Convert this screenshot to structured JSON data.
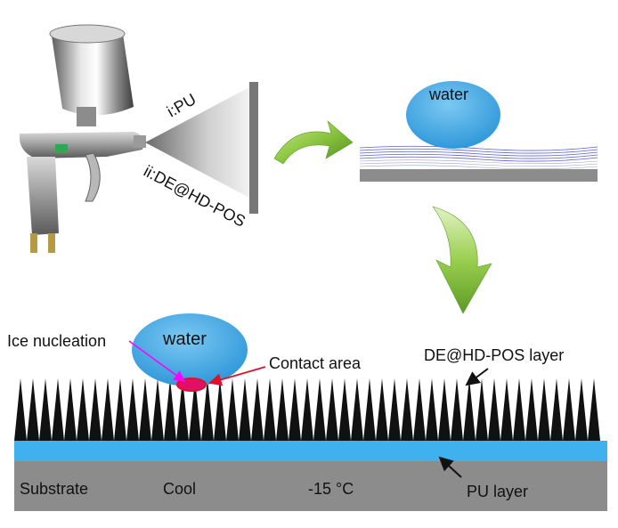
{
  "labels": {
    "coat_1": "i:PU",
    "coat_2": "ii:DE@HD-POS",
    "water_top": "water",
    "water_bottom": "water",
    "ice_nucleation": "Ice nucleation",
    "contact_area": "Contact area",
    "de_layer": "DE@HD-POS layer",
    "pu_layer": "PU layer",
    "substrate": "Substrate",
    "cool": "Cool",
    "temperature": "-15 °C"
  },
  "colors": {
    "water": "#3aa6e3",
    "pu_layer": "#3fb1ee",
    "substrate": "#8c8c8c",
    "spikes": "#111111",
    "arrow_green": "#8cc63f",
    "coating_lines": "#5a5fd0",
    "magenta_arrow": "#ff00ff",
    "red_arrow": "#e0102a"
  },
  "icons": {
    "spray_gun": "spray-gun-icon",
    "curved_arrow_right": "curved-arrow-right-icon",
    "curved_arrow_down": "curved-arrow-down-icon"
  }
}
